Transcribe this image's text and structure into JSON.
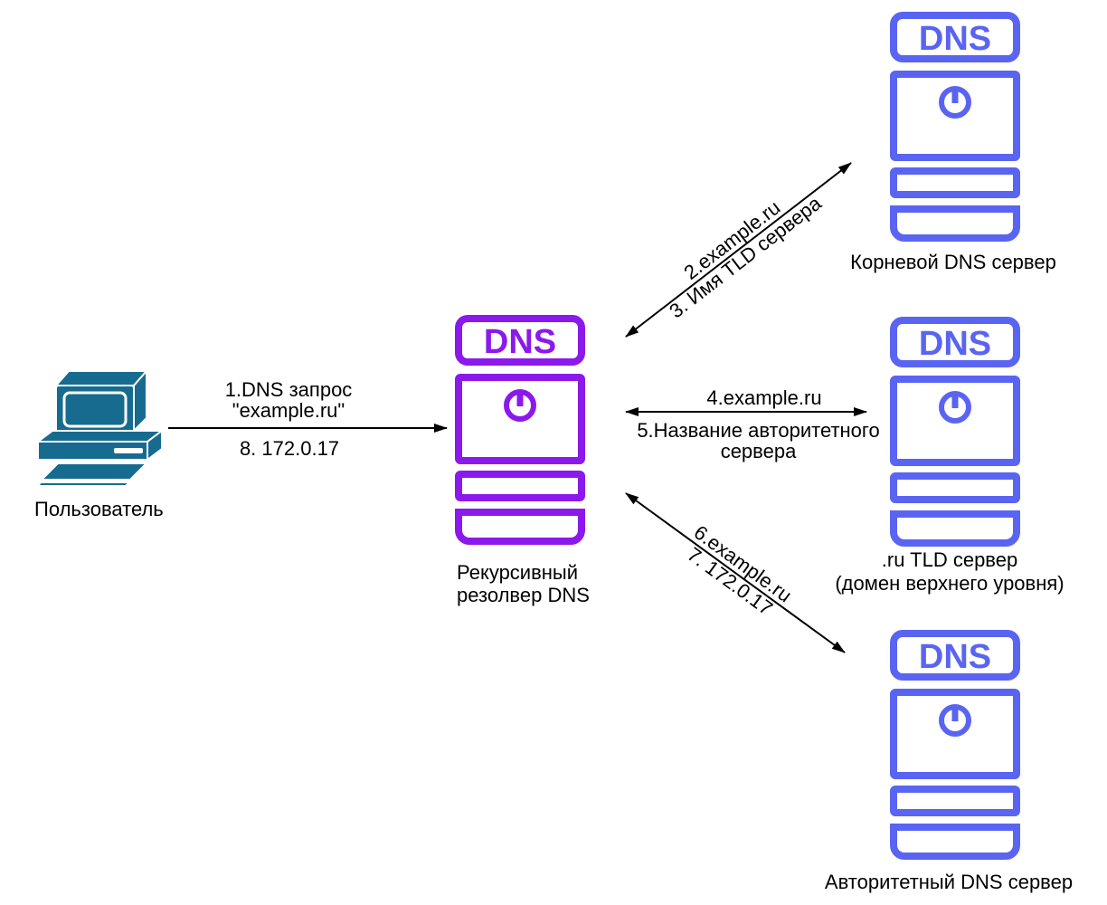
{
  "colors": {
    "server_blue": "#5A64F2",
    "resolver_purple": "#8C19EB",
    "computer_teal": "#176B8F",
    "line_black": "#000000"
  },
  "nodes": {
    "user": {
      "label": "Пользователь"
    },
    "resolver": {
      "badge": "DNS",
      "label_line1": "Рекурсивный",
      "label_line2": "резолвер DNS"
    },
    "root": {
      "badge": "DNS",
      "label": "Корневой DNS сервер"
    },
    "tld": {
      "badge": "DNS",
      "label_line1": ".ru TLD сервер",
      "label_line2": "(домен верхнего уровня)"
    },
    "auth": {
      "badge": "DNS",
      "label": "Авторитетный DNS сервер"
    }
  },
  "edges": {
    "user_resolver": {
      "label_line1": "1.DNS запрос",
      "label_line2": "\"example.ru\"",
      "label_below": "8. 172.0.17"
    },
    "resolver_root": {
      "label_above": "2.example.ru",
      "label_below": "3. Имя TLD сервера"
    },
    "resolver_tld": {
      "label_above": "4.example.ru",
      "label_below_line1": "5.Название авторитетного",
      "label_below_line2": "сервера"
    },
    "resolver_auth": {
      "label_above": "6.example.ru",
      "label_below": "7. 172.0.17"
    }
  }
}
